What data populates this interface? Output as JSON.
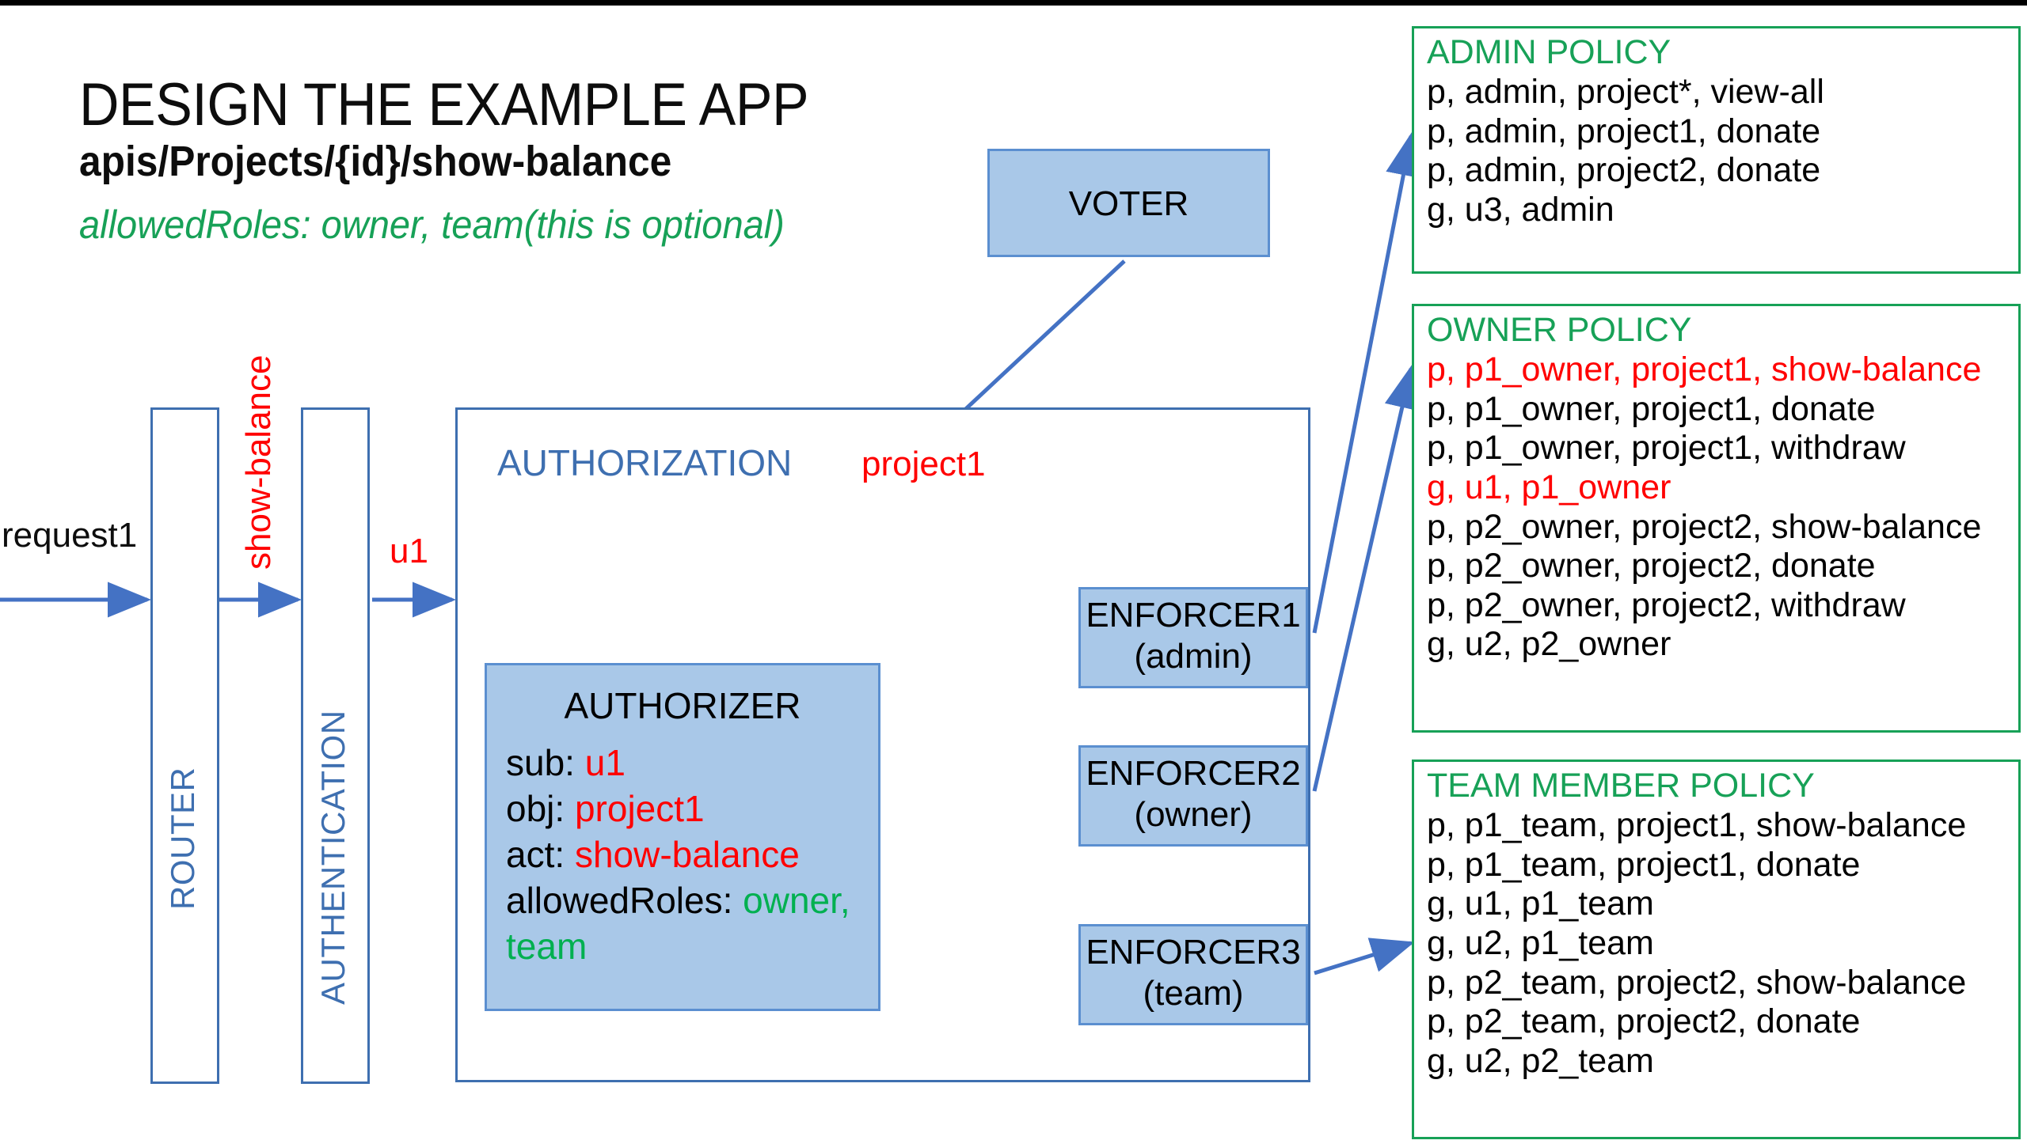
{
  "title": {
    "main": "DESIGN THE EXAMPLE APP",
    "endpoint": "apis/Projects/{id}/show-balance",
    "allowed_roles": "allowedRoles: owner, team(this is optional)"
  },
  "colors": {
    "accent_blue": "#3e6fb0",
    "box_fill": "#a9c8e8",
    "green": "#17a157",
    "red": "#ff0000",
    "arrow_blue": "#4472c4",
    "arrow_green": "#5ea02c"
  },
  "flow": {
    "request_label": "request1",
    "router_label": "ROUTER",
    "show_balance_label": "show-balance",
    "authentication_label": "AUTHENTICATION",
    "u1_label": "u1",
    "authorization_label": "AUTHORIZATION",
    "project1_label": "project1"
  },
  "voter": {
    "label": "VOTER"
  },
  "authorizer": {
    "heading": "AUTHORIZER",
    "sub_key": "sub: ",
    "sub_val": "u1",
    "obj_key": "obj: ",
    "obj_val": "project1",
    "act_key": "act: ",
    "act_val": "show-balance",
    "roles_key": "allowedRoles: ",
    "roles_val_1": "owner,",
    "roles_val_2": "team"
  },
  "enforcers": [
    {
      "name": "ENFORCER1",
      "role": "(admin)"
    },
    {
      "name": "ENFORCER2",
      "role": "(owner)"
    },
    {
      "name": "ENFORCER3",
      "role": "(team)"
    }
  ],
  "policies": [
    {
      "title": "ADMIN POLICY",
      "lines": [
        {
          "text": "p, admin, project*, view-all",
          "highlight": false
        },
        {
          "text": "p, admin, project1, donate",
          "highlight": false
        },
        {
          "text": "p, admin, project2, donate",
          "highlight": false
        },
        {
          "text": "g, u3, admin",
          "highlight": false
        }
      ]
    },
    {
      "title": "OWNER POLICY",
      "lines": [
        {
          "text": "p, p1_owner, project1, show-balance",
          "highlight": true
        },
        {
          "text": "p, p1_owner, project1, donate",
          "highlight": false
        },
        {
          "text": "p, p1_owner, project1, withdraw",
          "highlight": false
        },
        {
          "text": "g, u1, p1_owner",
          "highlight": true
        },
        {
          "text": "p, p2_owner, project2, show-balance",
          "highlight": false
        },
        {
          "text": "p, p2_owner, project2, donate",
          "highlight": false
        },
        {
          "text": "p, p2_owner, project2, withdraw",
          "highlight": false
        },
        {
          "text": "g, u2, p2_owner",
          "highlight": false
        }
      ]
    },
    {
      "title": "TEAM MEMBER POLICY",
      "lines": [
        {
          "text": "p, p1_team, project1, show-balance",
          "highlight": false
        },
        {
          "text": "p, p1_team, project1, donate",
          "highlight": false
        },
        {
          "text": "g, u1, p1_team",
          "highlight": false
        },
        {
          "text": "g, u2, p1_team",
          "highlight": false
        },
        {
          "text": "p, p2_team, project2, show-balance",
          "highlight": false
        },
        {
          "text": "p, p2_team, project2, donate",
          "highlight": false
        },
        {
          "text": "g, u2, p2_team",
          "highlight": false
        }
      ]
    }
  ]
}
